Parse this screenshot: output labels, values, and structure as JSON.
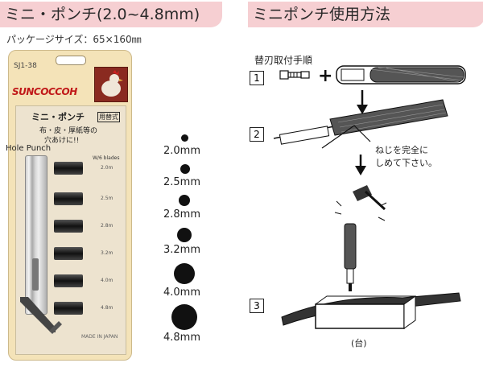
{
  "left_header": "ミニ・ポンチ(2.0~4.8mm)",
  "package_size": "パッケージサイズ：65×160㎜",
  "right_header": "ミニポンチ使用方法",
  "package": {
    "code": "SJ1-38",
    "brand": "SUNCOCCOH",
    "title": "ミニ・ポンチ",
    "tag": "用替式",
    "desc_line1": "布・皮・厚紙等の",
    "desc_line2": "穴あけに!!",
    "hole_punch": "Hole Punch",
    "blades_note": "W/6 blades",
    "blade_sizes": [
      "2.0m",
      "2.5m",
      "2.8m",
      "3.2m",
      "4.0m",
      "4.8m"
    ],
    "made_in": "MADE IN JAPAN"
  },
  "sizes": [
    "2.0mm",
    "2.5mm",
    "2.8mm",
    "3.2mm",
    "4.0mm",
    "4.8mm"
  ],
  "steps": {
    "title": "替刃取付手順",
    "step1": "1",
    "step2": "2",
    "step3": "3",
    "plus": "+",
    "note_line1": "ねじを完全に",
    "note_line2": "しめて下さい。",
    "base_label": "(台)"
  }
}
